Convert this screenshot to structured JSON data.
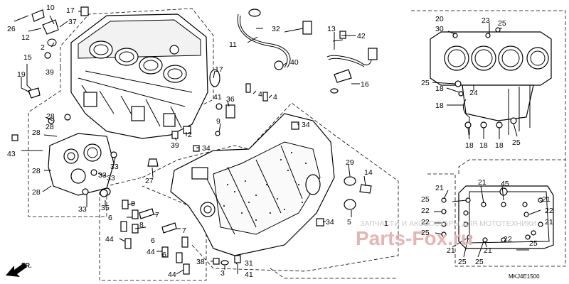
{
  "diagram": {
    "code": "MKJ4E1500",
    "front_label": "FR.",
    "watermark": {
      "line1": "ЗАПЧАСТИ И АКСЕССУАРЫ ДЛЯ МОТОТЕХНИКИ",
      "logo": "Parts-Fox.ru"
    },
    "callouts": [
      {
        "id": "c26",
        "text": "26"
      },
      {
        "id": "c12",
        "text": "12"
      },
      {
        "id": "c10",
        "text": "10"
      },
      {
        "id": "c37",
        "text": "37"
      },
      {
        "id": "c17a",
        "text": "17"
      },
      {
        "id": "c2a",
        "text": "2"
      },
      {
        "id": "c39a",
        "text": "39"
      },
      {
        "id": "c15",
        "text": "15"
      },
      {
        "id": "c19",
        "text": "19"
      },
      {
        "id": "c11",
        "text": "11"
      },
      {
        "id": "c32",
        "text": "32"
      },
      {
        "id": "c40",
        "text": "40"
      },
      {
        "id": "c13",
        "text": "13"
      },
      {
        "id": "c42",
        "text": "42"
      },
      {
        "id": "c16",
        "text": "16"
      },
      {
        "id": "c17b",
        "text": "17"
      },
      {
        "id": "c41a",
        "text": "41"
      },
      {
        "id": "c36",
        "text": "36"
      },
      {
        "id": "c4a",
        "text": "4"
      },
      {
        "id": "c4b",
        "text": "4"
      },
      {
        "id": "c28a",
        "text": "28"
      },
      {
        "id": "c28b",
        "text": "28"
      },
      {
        "id": "c28c",
        "text": "28"
      },
      {
        "id": "c28d",
        "text": "28"
      },
      {
        "id": "c28e",
        "text": "28"
      },
      {
        "id": "c43",
        "text": "43"
      },
      {
        "id": "c33a",
        "text": "33"
      },
      {
        "id": "c33b",
        "text": "33"
      },
      {
        "id": "c33c",
        "text": "33"
      },
      {
        "id": "c33d",
        "text": "33"
      },
      {
        "id": "c27",
        "text": "27"
      },
      {
        "id": "c39b",
        "text": "39"
      },
      {
        "id": "c2b",
        "text": "2"
      },
      {
        "id": "c9",
        "text": "9"
      },
      {
        "id": "c34a",
        "text": "34"
      },
      {
        "id": "c34b",
        "text": "34"
      },
      {
        "id": "c34c",
        "text": "34"
      },
      {
        "id": "c29",
        "text": "29"
      },
      {
        "id": "c14",
        "text": "14"
      },
      {
        "id": "c5",
        "text": "5"
      },
      {
        "id": "c1",
        "text": "1"
      },
      {
        "id": "c35",
        "text": "35"
      },
      {
        "id": "c8a",
        "text": "8"
      },
      {
        "id": "c8b",
        "text": "8"
      },
      {
        "id": "c7a",
        "text": "7"
      },
      {
        "id": "c7b",
        "text": "7"
      },
      {
        "id": "c6a",
        "text": "6"
      },
      {
        "id": "c6b",
        "text": "6"
      },
      {
        "id": "c6c",
        "text": "6"
      },
      {
        "id": "c44a",
        "text": "44"
      },
      {
        "id": "c44b",
        "text": "44"
      },
      {
        "id": "c44c",
        "text": "44"
      },
      {
        "id": "c38",
        "text": "38"
      },
      {
        "id": "c3",
        "text": "3"
      },
      {
        "id": "c31",
        "text": "31"
      },
      {
        "id": "c41b",
        "text": "41"
      },
      {
        "id": "c20",
        "text": "20"
      },
      {
        "id": "c30",
        "text": "30"
      },
      {
        "id": "c23",
        "text": "23"
      },
      {
        "id": "c25a",
        "text": "25"
      },
      {
        "id": "c25b",
        "text": "25"
      },
      {
        "id": "c18a",
        "text": "18"
      },
      {
        "id": "c18b",
        "text": "18"
      },
      {
        "id": "c24",
        "text": "24"
      },
      {
        "id": "c18c",
        "text": "18"
      },
      {
        "id": "c18d",
        "text": "18"
      },
      {
        "id": "c18e",
        "text": "18"
      },
      {
        "id": "c25c",
        "text": "25"
      },
      {
        "id": "c21a",
        "text": "21"
      },
      {
        "id": "c21b",
        "text": "21"
      },
      {
        "id": "c45",
        "text": "45"
      },
      {
        "id": "c21c",
        "text": "21"
      },
      {
        "id": "c25d",
        "text": "25"
      },
      {
        "id": "c22a",
        "text": "22"
      },
      {
        "id": "c22b",
        "text": "22"
      },
      {
        "id": "c22c",
        "text": "22"
      },
      {
        "id": "c25e",
        "text": "25"
      },
      {
        "id": "c21d",
        "text": "21"
      },
      {
        "id": "c21e",
        "text": "21"
      },
      {
        "id": "c21f",
        "text": "21"
      },
      {
        "id": "c25f",
        "text": "25"
      },
      {
        "id": "c25g",
        "text": "25"
      },
      {
        "id": "c25h",
        "text": "25"
      },
      {
        "id": "c22d",
        "text": "22"
      }
    ]
  }
}
